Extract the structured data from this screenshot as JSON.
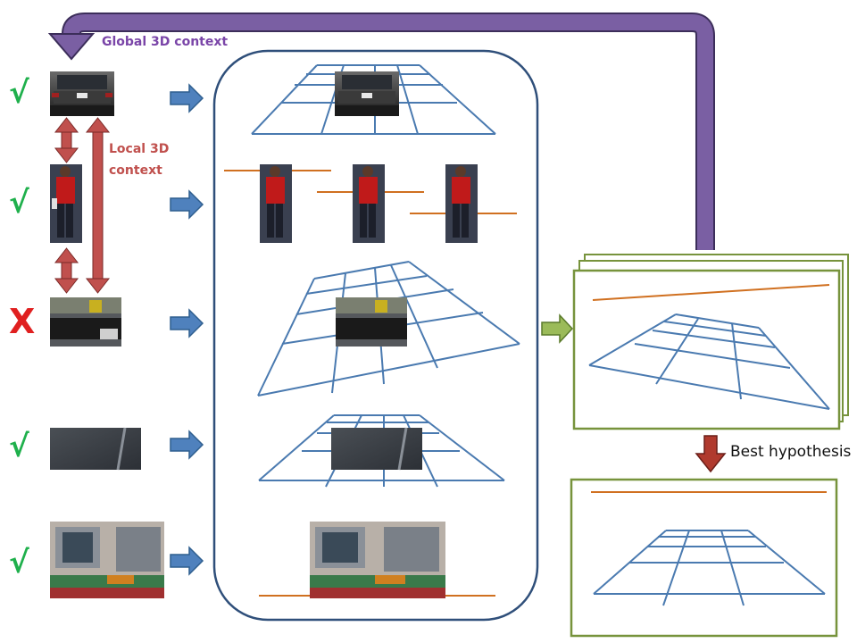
{
  "labels": {
    "global_context": "Global 3D context",
    "local_context_line1": "Local 3D",
    "local_context_line2": "context",
    "best_hypothesis": "Best hypothesis"
  },
  "row_marks": [
    "√",
    "√",
    "X",
    "√",
    "√"
  ],
  "row_patches": [
    "car",
    "pedestrian",
    "occluded car",
    "road",
    "building facade"
  ],
  "colors": {
    "global_arrow": "#7a5fa3",
    "global_label": "#7a45a8",
    "local_arrow": "#c0504d",
    "local_label": "#c0504d",
    "flow_arrow": "#4f81bd",
    "panel_border": "#2f4f7a",
    "ground_grid": "#4a7ab0",
    "horizon_line": "#d07020",
    "hypothesis_border": "#77933c",
    "hypothesis_arrow": "#9bbb59",
    "best_arrow": "#b03a2e",
    "check_mark": "#1fb04c",
    "cross_mark": "#e02020"
  }
}
